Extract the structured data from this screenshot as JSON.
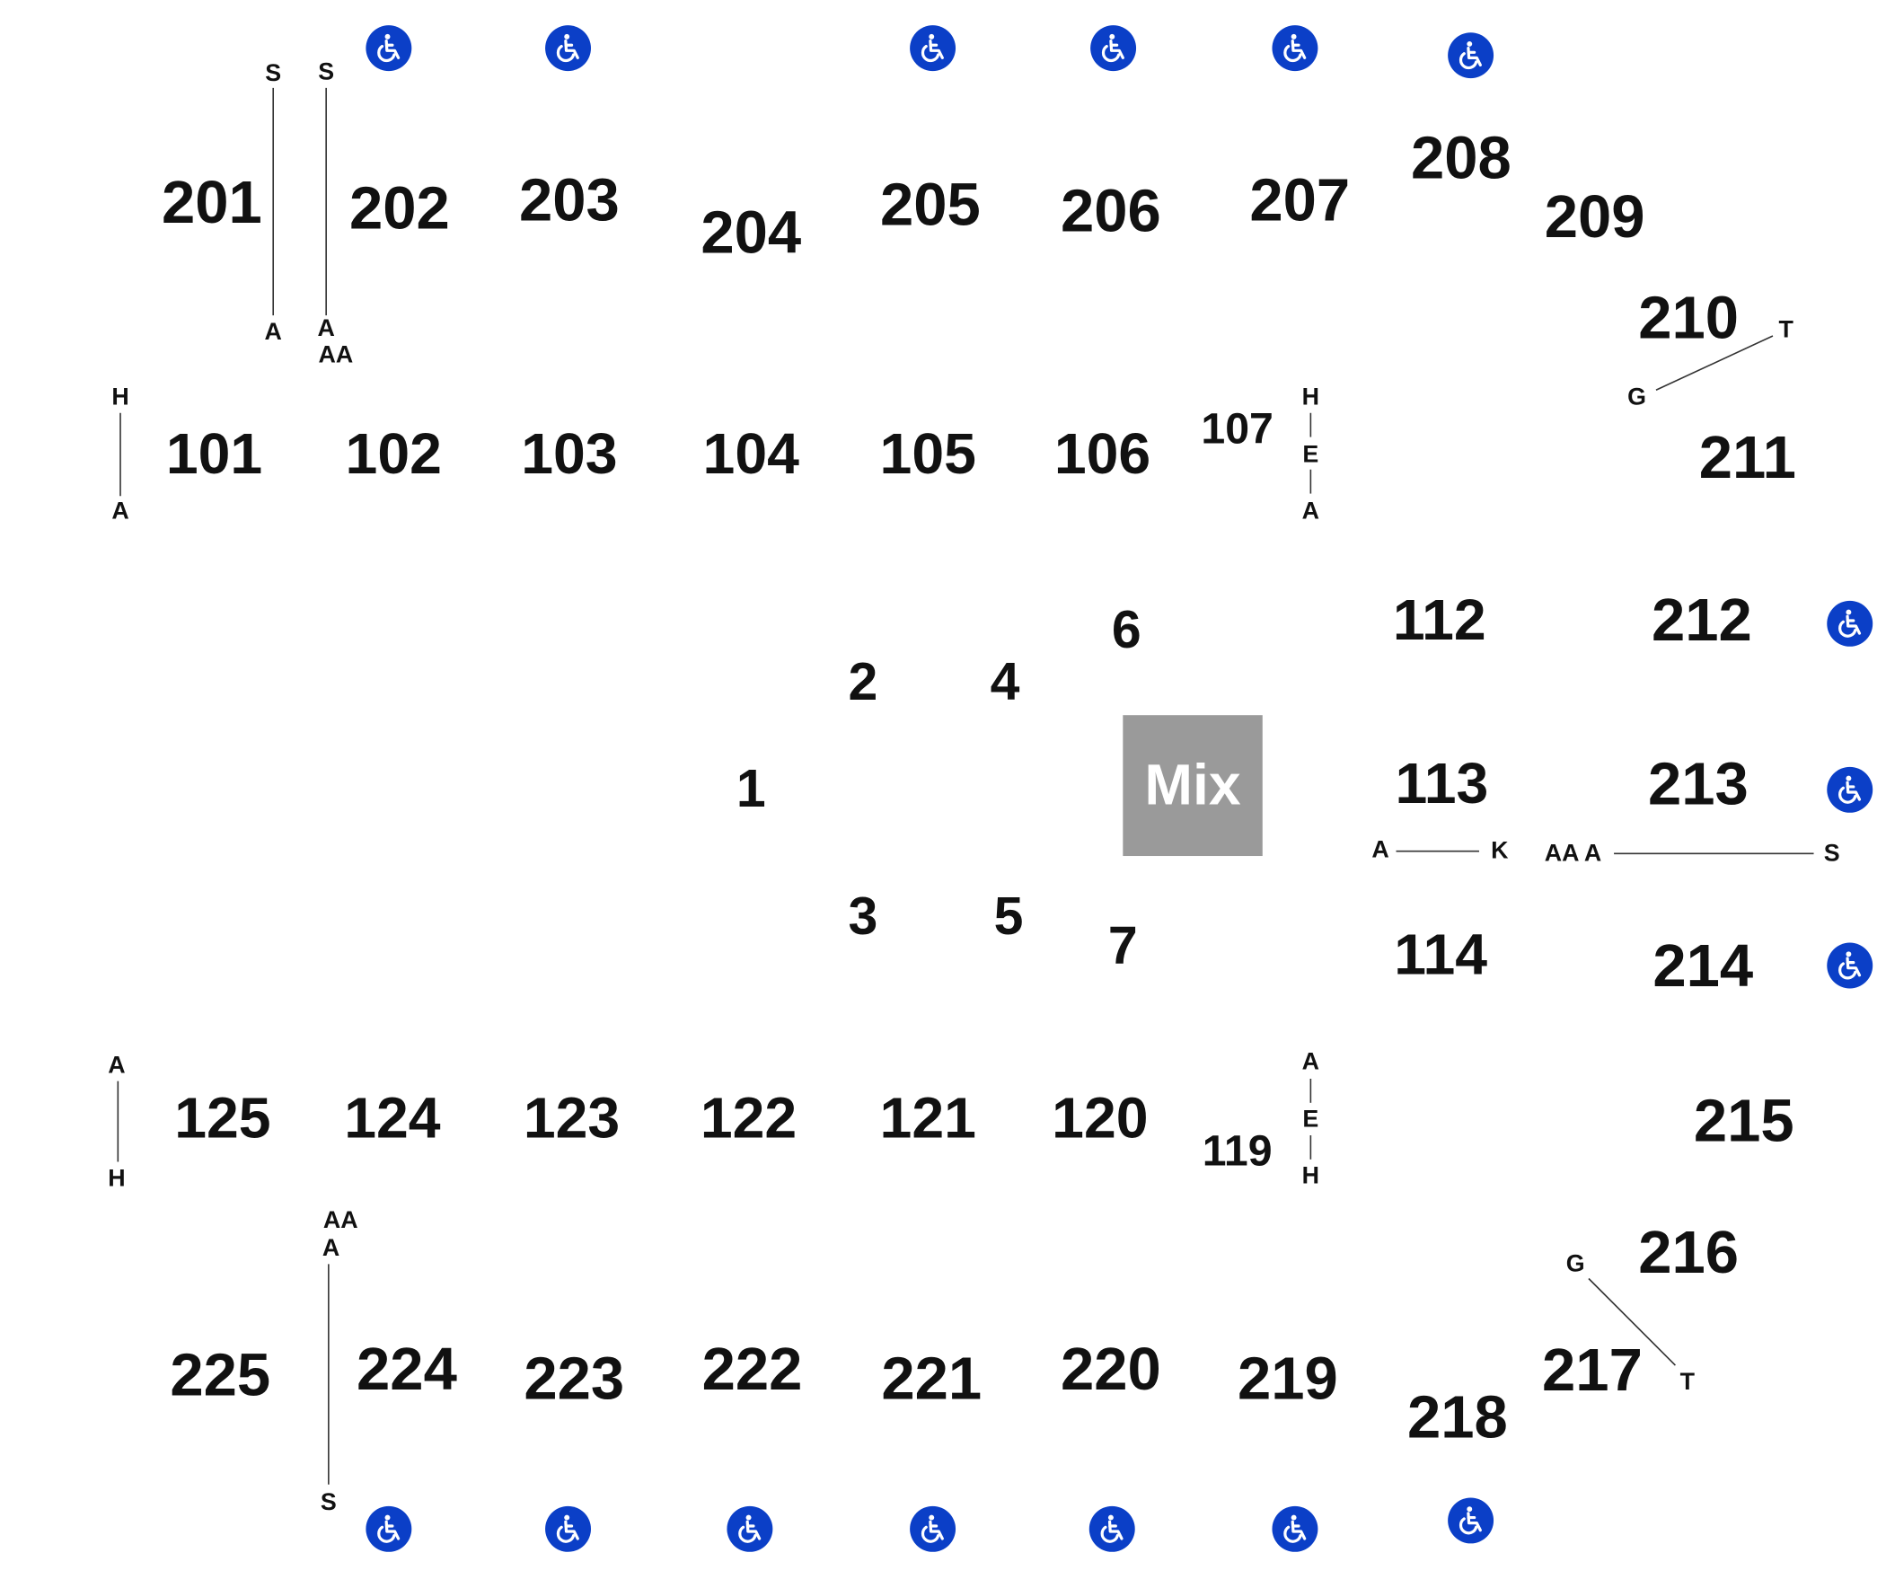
{
  "colors": {
    "accessible": "#0b3fc7",
    "mix_box": "#9a9a9a",
    "text": "#111111"
  },
  "sections_200_level": [
    "201",
    "202",
    "203",
    "204",
    "205",
    "206",
    "207",
    "208",
    "209",
    "210",
    "211",
    "212",
    "213",
    "214",
    "215",
    "216",
    "217",
    "218",
    "219",
    "220",
    "221",
    "222",
    "223",
    "224",
    "225"
  ],
  "sections_100_level": [
    "101",
    "102",
    "103",
    "104",
    "105",
    "106",
    "107",
    "112",
    "113",
    "114",
    "119",
    "120",
    "121",
    "122",
    "123",
    "124",
    "125"
  ],
  "floor_sections": [
    "1",
    "2",
    "3",
    "4",
    "5",
    "6",
    "7"
  ],
  "mix_label": "Mix",
  "row_labels": {
    "left_upper": [
      "S",
      "A",
      "S",
      "A",
      "AA"
    ],
    "left_mid": [
      "H",
      "A"
    ],
    "center_upper": [
      "H",
      "E",
      "A"
    ],
    "right_upper": [
      "T",
      "G"
    ],
    "right_mid": [
      "A",
      "K",
      "AA A",
      "S"
    ],
    "left_lower": [
      "A",
      "H"
    ],
    "center_lower": [
      "A",
      "E",
      "H"
    ],
    "bottom_left": [
      "AA",
      "A",
      "S"
    ],
    "right_lower": [
      "G",
      "T"
    ]
  },
  "icons": {
    "accessible": "wheelchair-accessible-icon"
  }
}
